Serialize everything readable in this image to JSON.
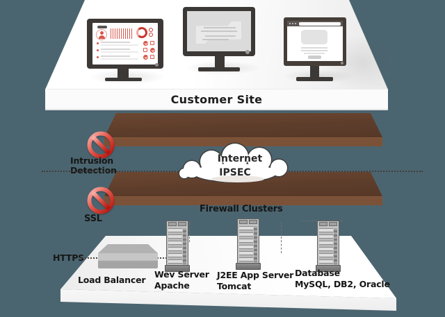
{
  "customer_site": {
    "label": "Customer Site"
  },
  "cloud": {
    "line1": "Internet",
    "line2": "IPSEC"
  },
  "security": {
    "intrusion": {
      "line1": "Intrusion",
      "line2": "Detection"
    },
    "ssl": {
      "label": "SSL"
    },
    "https": {
      "label": "HTTPS"
    },
    "firewall": {
      "label": "Firewall Clusters"
    }
  },
  "infrastructure": {
    "load_balancer": {
      "label": "Load Balancer"
    },
    "servers": [
      {
        "line1": "Wev Server",
        "line2": "Apache"
      },
      {
        "line1": "J2EE App Server",
        "line2": "Tomcat"
      },
      {
        "line1": "Database",
        "line2": "MySQL, DB2, Oracle"
      }
    ]
  },
  "icons": {
    "prohibition": "no-entry-icon",
    "cloud": "internet-cloud-icon",
    "monitor_screens": [
      "analytics-dashboard",
      "document-viewer",
      "web-browser"
    ]
  },
  "colors": {
    "background": "#4b6570",
    "platform_white": "#fbfbfb",
    "layer_top_brown": "#5c3c2a",
    "layer_front_brown": "#7b5238",
    "accent_red": "#c8372d",
    "text_dark": "#161616"
  }
}
